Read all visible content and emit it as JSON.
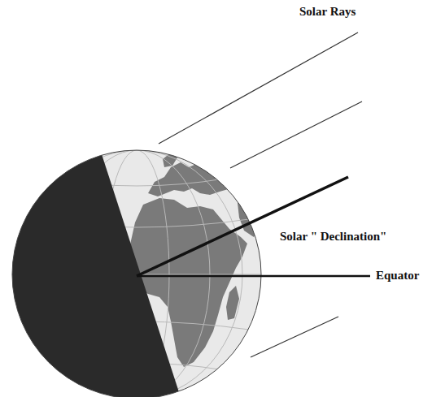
{
  "diagram": {
    "labels": [
      "Solar Rays",
      "Solar \" Declination\"",
      "Equator"
    ]
  }
}
